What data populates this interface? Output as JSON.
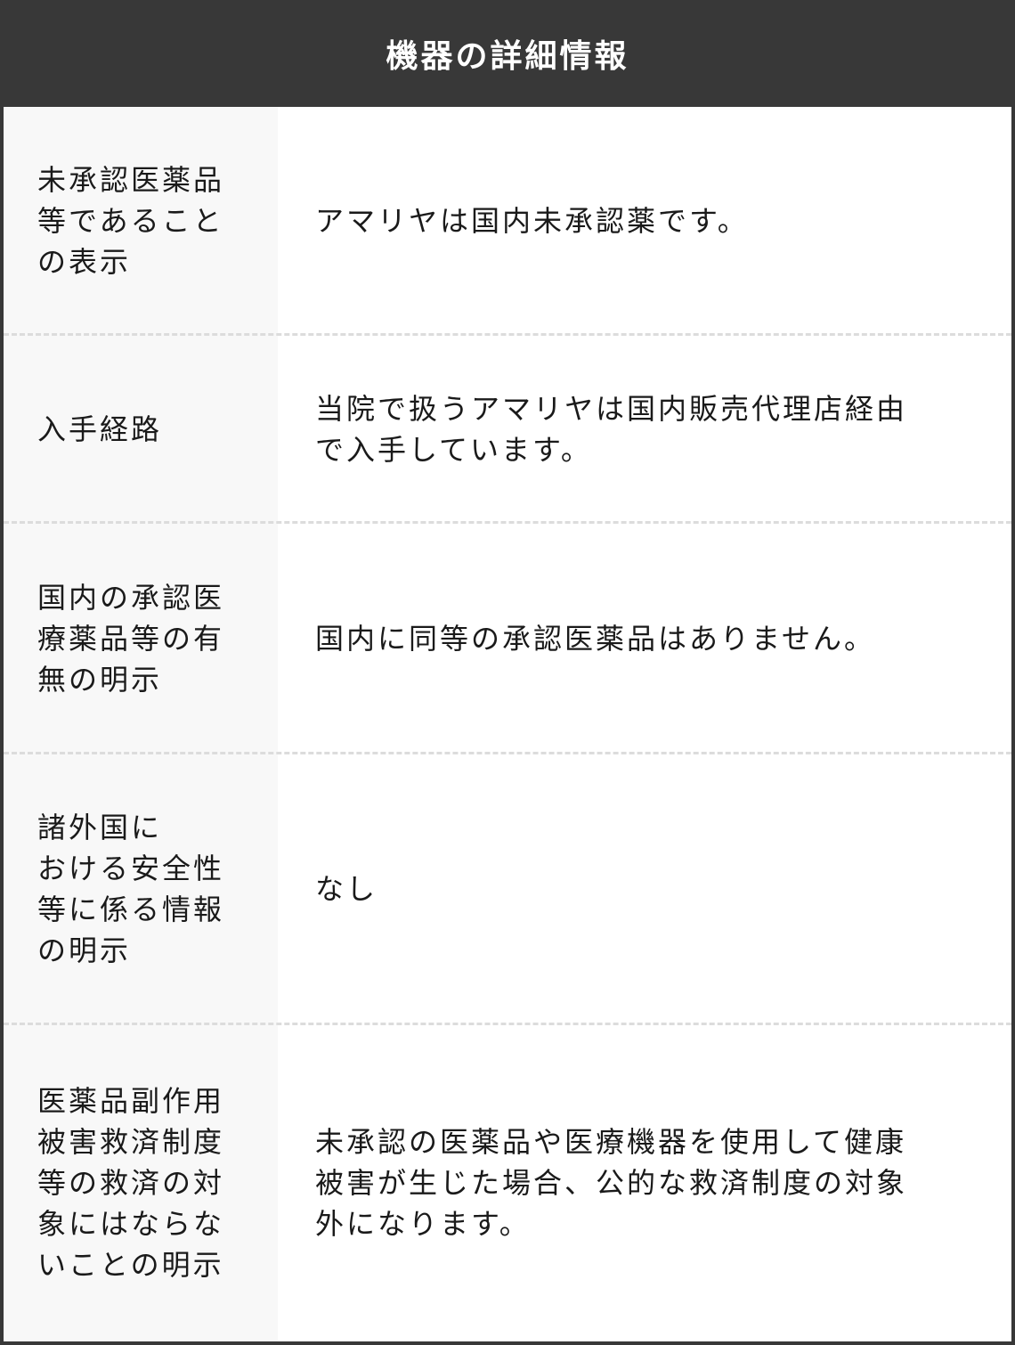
{
  "header": {
    "title": "機器の詳細情報"
  },
  "colors": {
    "frame": "#383838",
    "header_text": "#ffffff",
    "label_bg": "#f8f8f8",
    "value_bg": "#ffffff",
    "separator": "#dcdcdc",
    "text": "#1a1a1a"
  },
  "rows": [
    {
      "label_lines": [
        "未承認医薬品",
        "等であること",
        "の表示"
      ],
      "value_lines": [
        "アマリヤは国内未承認薬です。"
      ]
    },
    {
      "label_lines": [
        "入手経路"
      ],
      "value_lines": [
        "当院で扱うアマリヤは国内販売代理店経由",
        "で入手しています。"
      ]
    },
    {
      "label_lines": [
        "国内の承認医",
        "療薬品等の有",
        "無の明示"
      ],
      "value_lines": [
        "国内に同等の承認医薬品はありません。"
      ]
    },
    {
      "label_lines": [
        "諸外国に",
        "おける安全性",
        "等に係る情報",
        "の明示"
      ],
      "value_lines": [
        "なし"
      ]
    },
    {
      "label_lines": [
        "医薬品副作用",
        "被害救済制度",
        "等の救済の対",
        "象にはならな",
        "いことの明示"
      ],
      "value_lines": [
        "未承認の医薬品や医療機器を使用して健康",
        "被害が生じた場合、公的な救済制度の対象",
        "外になります。"
      ]
    }
  ]
}
